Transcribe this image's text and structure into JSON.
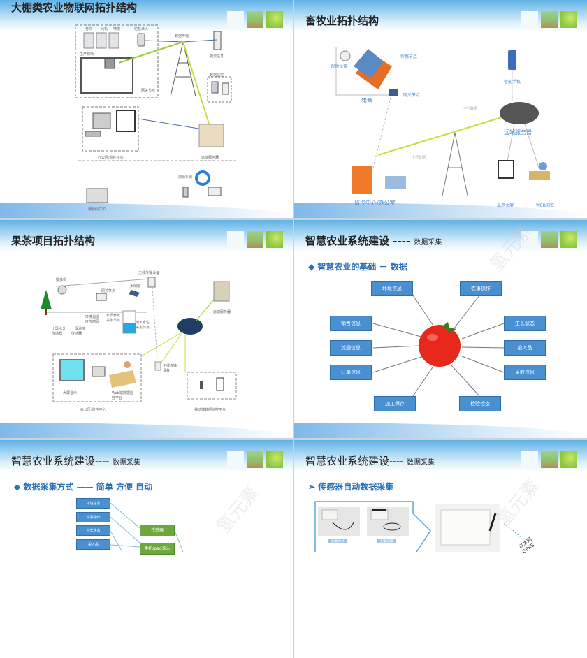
{
  "slides": [
    {
      "title": "大棚类农业物联网拓扑结构",
      "labels": {
        "roller": "卷帘",
        "fan": "风机",
        "sprinkler": "喷灌",
        "info_entry": "信息录入",
        "data_tx": "数据传输",
        "logistics": "物流信息",
        "site": "生产现场",
        "gateway": "网关节点",
        "monitor": "数据监控",
        "office": "办公区/监控中心",
        "server": "远端服务器",
        "trace": "溯源系统",
        "print": "溯源码打印"
      }
    },
    {
      "title": "畜牧业拓扑结构",
      "labels": {
        "camera": "视频设备",
        "sensor": "传感节点",
        "pigsty": "猪舍",
        "gateway": "网关节点",
        "phone": "智能手机",
        "down": "下行数据",
        "up": "上行数据",
        "server": "远端服务器",
        "center": "监控中心/办公室",
        "screen": "显示大屏",
        "web": "WEB浏览"
      }
    },
    {
      "title": "果茶项目拓扑结构",
      "labels": {
        "wireless_top": "无线传输设备",
        "camera": "摄像机",
        "gateway": "网关节点",
        "solar": "太阳能",
        "env": "环境温湿度传感器",
        "soil_moist": "土壤水分传感器",
        "soil_temp": "土壤温度传感器",
        "water_param": "水质参数采集节点",
        "ground_water": "地下水位采集节点",
        "server": "远端服务器",
        "wireless_bottom": "无线传输设备",
        "screen": "大屏显示",
        "web": "Web端数据监控平台",
        "office": "办公区/监控中心",
        "mobile": "移动端数据监控平台"
      }
    },
    {
      "title": "智慧农业系统建设 ----",
      "title_sub": "数据采集",
      "heading": "◆ 智慧农业的基础 － 数据",
      "nodes": [
        "环境信息",
        "农事操作",
        "销售信息",
        "生长状态",
        "流通信息",
        "投入品",
        "订单信息",
        "采收信息",
        "加工保存",
        "检验检疫"
      ]
    },
    {
      "title": "智慧农业系统建设----",
      "title_sub": "数据采集",
      "heading": "◆ 数据采集方式 —— 简单 方便 自动",
      "sources": [
        "环境信息",
        "农事操作",
        "生长状态",
        "投入品"
      ],
      "methods": [
        "传感器",
        "手机/pad录入"
      ]
    },
    {
      "title": "智慧农业系统建设----",
      "title_sub": "数据采集",
      "heading": "➢ 传感器自动数据采集",
      "sensor_labels": [
        "土壤水分",
        "土壤温度"
      ],
      "link_label": "以太网 GPRS"
    }
  ],
  "watermark": "氢元素",
  "colors": {
    "header": "#5fb2e6",
    "box_blue": "#4a8fd0",
    "box_green": "#6ea83c",
    "heading": "#2a6fb8"
  }
}
